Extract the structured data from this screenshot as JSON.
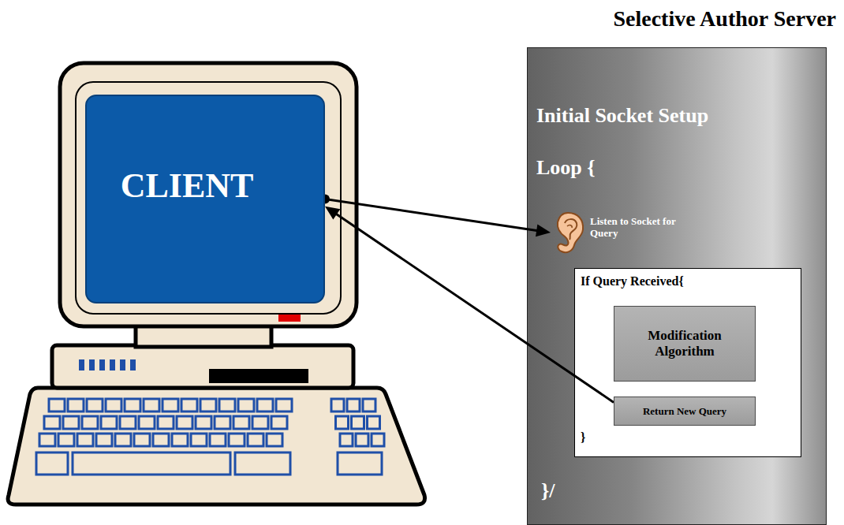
{
  "diagram": {
    "nodes": [
      {
        "text": [
          "CLIENT"
        ]
      },
      {
        "text": [
          "Selective Author Server",
          "Initial Socket Setup",
          "Loop {",
          "}/"
        ]
      },
      {
        "text": [
          "Listen to Socket for Query"
        ],
        "in": 1
      },
      {
        "text": [
          "If Query Received{",
          "}"
        ],
        "in": 1
      },
      {
        "text": [
          "Modification Algorithm"
        ],
        "in": 3
      },
      {
        "text": [
          "Return New Query"
        ],
        "in": 3
      }
    ],
    "edges": [
      {
        "from": 0,
        "to": 2,
        "arrow": "to"
      },
      {
        "from": 5,
        "to": 0,
        "arrow": "to"
      }
    ]
  }
}
